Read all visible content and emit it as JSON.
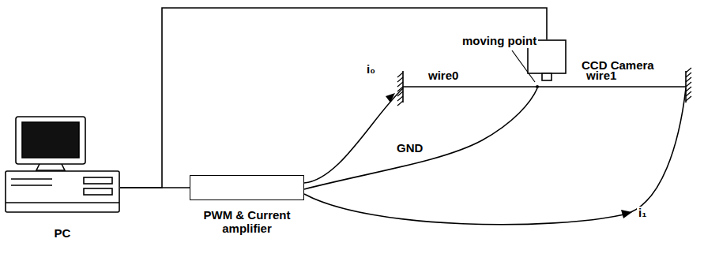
{
  "diagram": {
    "nodes": [
      {
        "text": [
          "PC"
        ]
      },
      {
        "text": [
          "CCD Camera"
        ]
      },
      {
        "text": [
          "PWM & Current amplifier"
        ]
      }
    ],
    "edges": [
      {
        "from": 0,
        "to": 1,
        "arrow": "none"
      },
      {
        "from": 0,
        "to": 2,
        "arrow": "none"
      }
    ],
    "labels": [
      "i₀",
      "wire0",
      "moving point",
      "wire1",
      "GND",
      "i₁"
    ]
  }
}
